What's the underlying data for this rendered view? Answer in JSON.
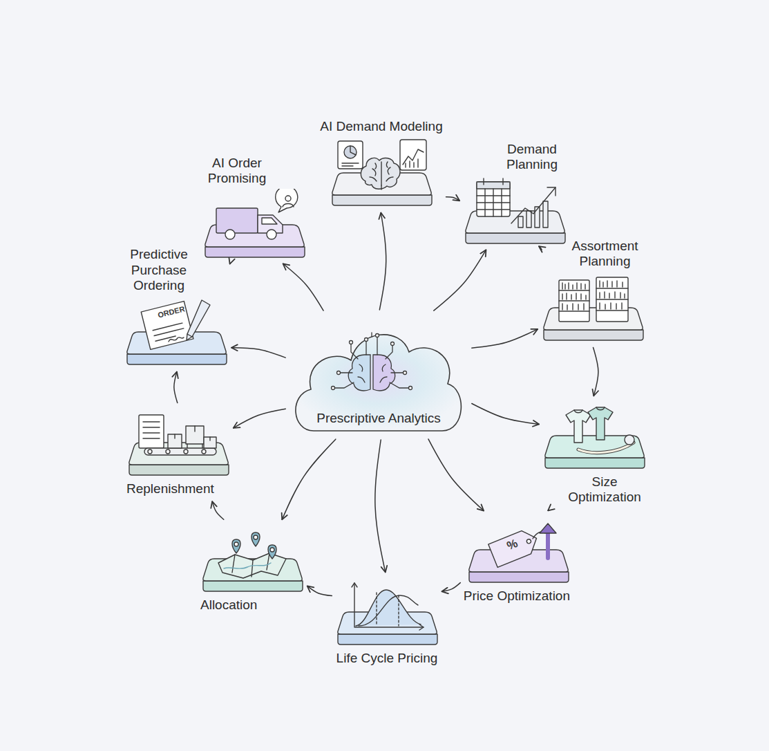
{
  "diagram": {
    "nodes": [
      {
        "text": [
          "Prescriptive Analytics"
        ]
      },
      {
        "text": [
          "AI Demand Modeling"
        ]
      },
      {
        "text": [
          "Demand Planning"
        ]
      },
      {
        "text": [
          "Assortment Planning"
        ]
      },
      {
        "text": [
          "Size Optimization"
        ]
      },
      {
        "text": [
          "Price Optimization"
        ]
      },
      {
        "text": [
          "Life Cycle Pricing"
        ]
      },
      {
        "text": [
          "Allocation"
        ]
      },
      {
        "text": [
          "Replenishment"
        ]
      },
      {
        "text": [
          "Predictive Purchase Ordering"
        ]
      },
      {
        "text": [
          "AI Order Promising"
        ]
      }
    ],
    "edges": [
      {
        "from": 0,
        "to": 1,
        "arrow": "to"
      },
      {
        "from": 0,
        "to": 2,
        "arrow": "to"
      },
      {
        "from": 0,
        "to": 3,
        "arrow": "to"
      },
      {
        "from": 0,
        "to": 4,
        "arrow": "to"
      },
      {
        "from": 0,
        "to": 5,
        "arrow": "to"
      },
      {
        "from": 0,
        "to": 6,
        "arrow": "to"
      },
      {
        "from": 0,
        "to": 7,
        "arrow": "to"
      },
      {
        "from": 0,
        "to": 8,
        "arrow": "to"
      },
      {
        "from": 0,
        "to": 9,
        "arrow": "to"
      },
      {
        "from": 0,
        "to": 10,
        "arrow": "to"
      },
      {
        "from": 1,
        "to": 2,
        "arrow": "to"
      },
      {
        "from": 2,
        "to": 3,
        "arrow": "to"
      },
      {
        "from": 3,
        "to": 4,
        "arrow": "to"
      },
      {
        "from": 4,
        "to": 5,
        "arrow": "to"
      },
      {
        "from": 5,
        "to": 6,
        "arrow": "to"
      },
      {
        "from": 6,
        "to": 7,
        "arrow": "to"
      },
      {
        "from": 7,
        "to": 8,
        "arrow": "to"
      },
      {
        "from": 8,
        "to": 9,
        "arrow": "to"
      },
      {
        "from": 9,
        "to": 10,
        "arrow": "to"
      }
    ],
    "labels": [
      "ORDER",
      "%"
    ]
  }
}
